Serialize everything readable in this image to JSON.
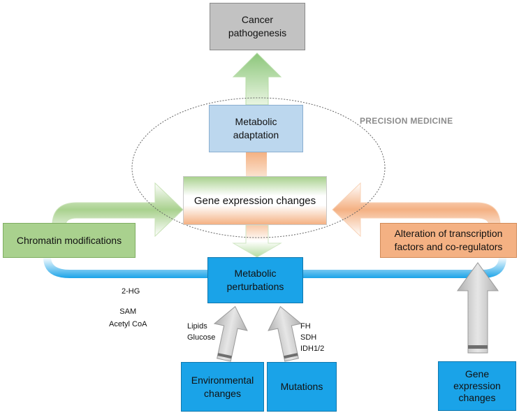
{
  "diagram": {
    "boxes": {
      "cancer_pathogenesis": "Cancer\npathogenesis",
      "metabolic_adaptation": "Metabolic\nadaptation",
      "gene_expression_changes_center": "Gene expression changes",
      "chromatin_modifications": "Chromatin modifications",
      "alteration_transcription": "Alteration of transcription\nfactors and co-regulators",
      "metabolic_perturbations": "Metabolic\nperturbations",
      "environmental_changes": "Environmental\nchanges",
      "mutations": "Mutations",
      "gene_expression_changes_bottom": "Gene\nexpression\nchanges"
    },
    "labels": {
      "precision_medicine": "PRECISION MEDICINE",
      "metabolites_top": "2-HG",
      "metabolites_bottom": "SAM\nAcetyl CoA",
      "lipids_glucose": "Lipids\nGlucose",
      "mutated_genes": "FH\nSDH\nIDH1/2"
    },
    "colors": {
      "blue_box": "#1aa3e8",
      "light_blue_box": "#bcd7ee",
      "grey_box": "#c2c2c2",
      "green_box": "#a9d18e",
      "orange_box": "#f4b183",
      "blue_loop": "#1aa3e8",
      "green_arrow": "#a9d18e",
      "orange_arrow": "#f4b183",
      "grey_arrow": "#c8c8c8"
    }
  }
}
